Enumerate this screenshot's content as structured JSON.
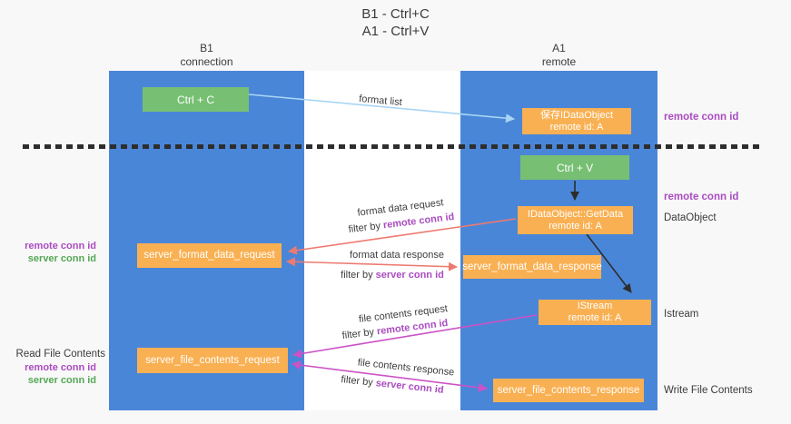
{
  "title": {
    "line1": "B1 - Ctrl+C",
    "line2": "A1 - Ctrl+V"
  },
  "lanes": {
    "left": {
      "name": "B1",
      "role": "connection"
    },
    "right": {
      "name": "A1",
      "role": "remote"
    }
  },
  "nodes": {
    "ctrl_c": "Ctrl + C",
    "ctrl_v": "Ctrl + V",
    "save_idataobject": {
      "line1": "保存IDataObject",
      "line2": "remote id: A"
    },
    "getdata": {
      "line1": "IDataObject::GetData",
      "line2": "remote id: A"
    },
    "istream": {
      "line1": "IStream",
      "line2": "remote id: A"
    },
    "server_format_data_request": "server_format_data_request",
    "server_format_data_response": "server_format_data_response",
    "server_file_contents_request": "server_file_contents_request",
    "server_file_contents_response": "server_file_contents_response"
  },
  "side_labels": {
    "remote_conn_id_top": "remote conn id",
    "remote_conn_id_mid": "remote conn id",
    "dataobject": "DataObject",
    "istream": "Istream",
    "write_file_contents": "Write File Contents",
    "read_file_contents": "Read File Contents",
    "left_remote_conn_id_1": "remote conn id",
    "left_server_conn_id_1": "server conn id",
    "left_remote_conn_id_2": "remote conn id",
    "left_server_conn_id_2": "server conn id"
  },
  "arrow_labels": {
    "format_list": "format list",
    "format_data_request": "format data request",
    "format_data_response": "format data response",
    "file_contents_request": "file contents request",
    "file_contents_response": "file contents response",
    "filter_by": "filter by ",
    "remote_conn_id": "remote conn id",
    "server_conn_id": "server conn id"
  },
  "colors": {
    "lane_blue": "#4a86d8",
    "box_green": "#77c073",
    "box_orange": "#f9b052",
    "arrow_salmon": "#ed7a70",
    "arrow_magenta": "#cc52c6",
    "arrow_lightblue": "#a9d6f3",
    "text_purple": "#aa4cc0",
    "text_green": "#55a855"
  }
}
